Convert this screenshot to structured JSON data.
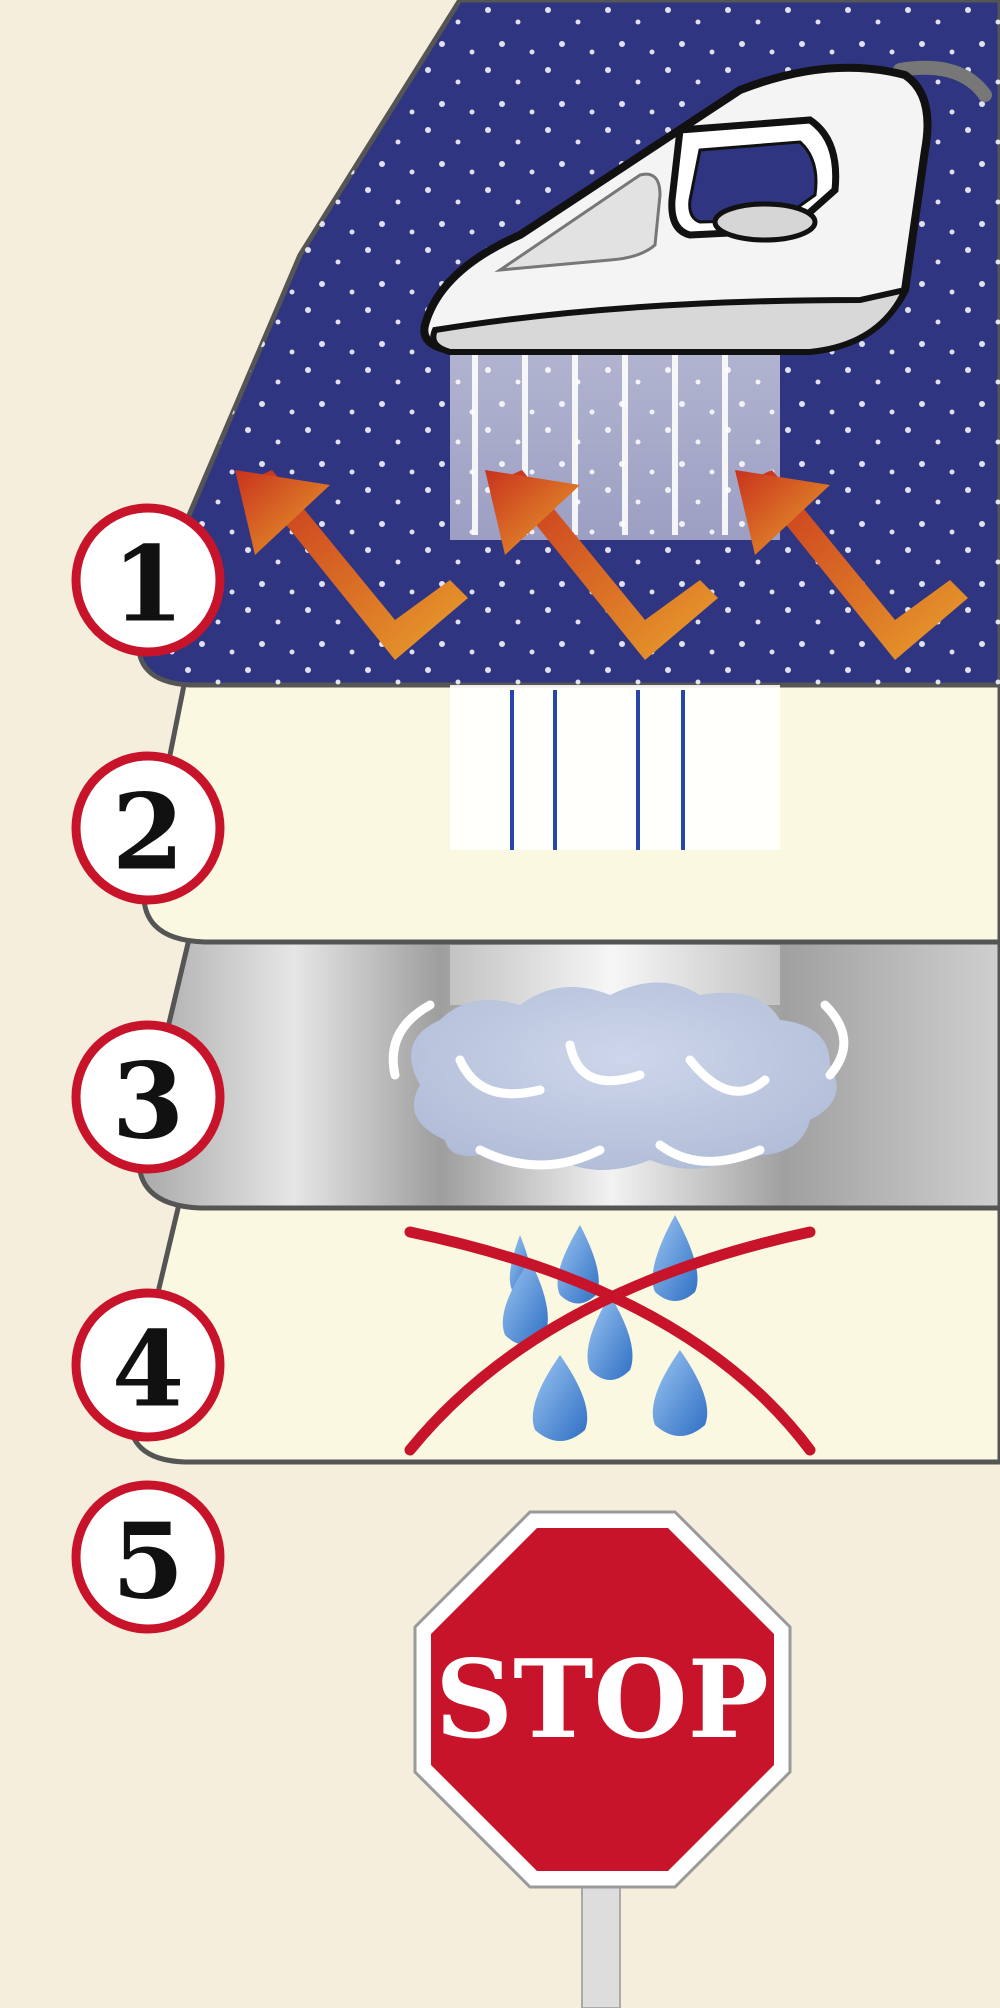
{
  "layers": [
    {
      "number": "1",
      "name": "ironing-board-cover"
    },
    {
      "number": "2",
      "name": "fabric-layer"
    },
    {
      "number": "3",
      "name": "reflective-layer"
    },
    {
      "number": "4",
      "name": "moisture-barrier-layer"
    },
    {
      "number": "5",
      "name": "stop-layer"
    }
  ],
  "stop_sign": {
    "text": "STOP"
  },
  "colors": {
    "background": "#f5eedd",
    "cover": "#2f3580",
    "fabric": "#fbf8e1",
    "metal": "#b4b4b4",
    "badge_ring": "#c8142a",
    "stop_red": "#c8142a",
    "arrow_start": "#c8321e",
    "arrow_end": "#e9a12c",
    "water": "#3b7cd0"
  },
  "icons": [
    "iron-icon",
    "steam-icon",
    "heat-arrow-icon",
    "steam-cloud-icon",
    "water-drop-icon",
    "cross-icon",
    "stop-sign-icon"
  ]
}
